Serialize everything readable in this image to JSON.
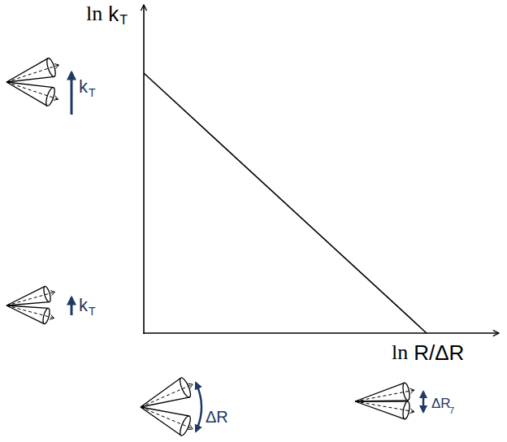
{
  "diagram": {
    "labels": [
      "ln",
      "k",
      "T",
      "k",
      "T",
      "k",
      "T",
      "ln",
      "R/ΔR",
      "ΔR",
      "ΔR",
      "7"
    ]
  }
}
